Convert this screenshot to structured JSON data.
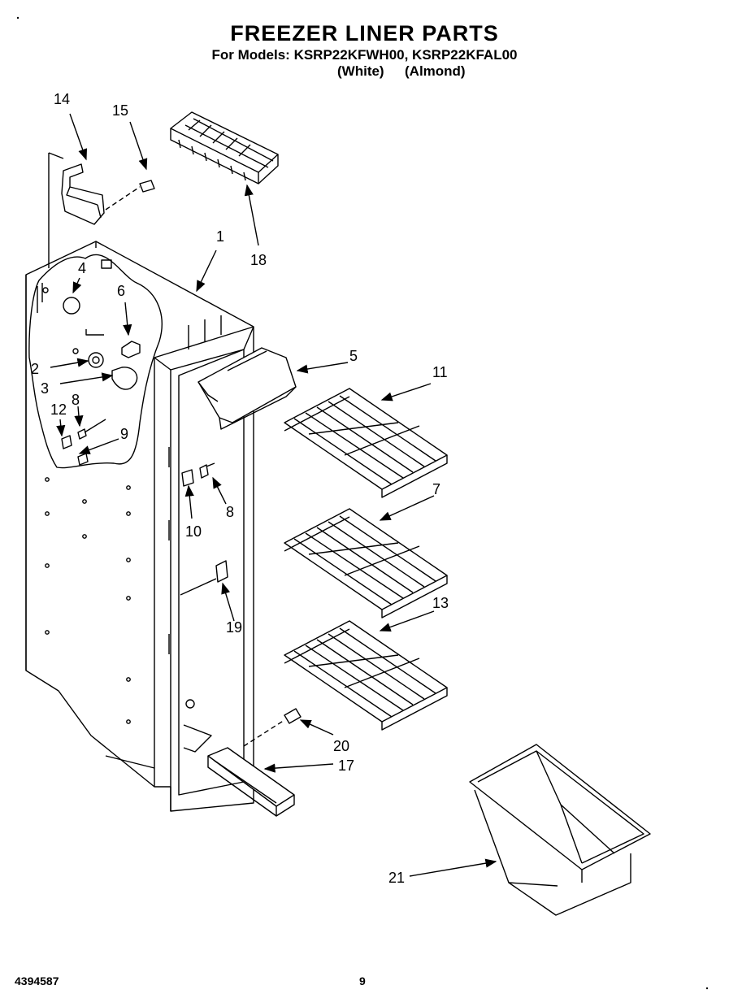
{
  "header": {
    "title": "FREEZER LINER PARTS",
    "models": "For Models: KSRP22KFWH00, KSRP22KFAL00",
    "color_white": "(White)",
    "color_almond": "(Almond)"
  },
  "callouts": {
    "c1": "1",
    "c2": "2",
    "c3": "3",
    "c4": "4",
    "c5": "5",
    "c6": "6",
    "c7": "7",
    "c8a": "8",
    "c8b": "8",
    "c9": "9",
    "c10": "10",
    "c11": "11",
    "c12": "12",
    "c13": "13",
    "c14": "14",
    "c15": "15",
    "c17": "17",
    "c18": "18",
    "c19": "19",
    "c20": "20",
    "c21": "21"
  },
  "footer": {
    "doc_number": "4394587",
    "page_number": "9"
  }
}
